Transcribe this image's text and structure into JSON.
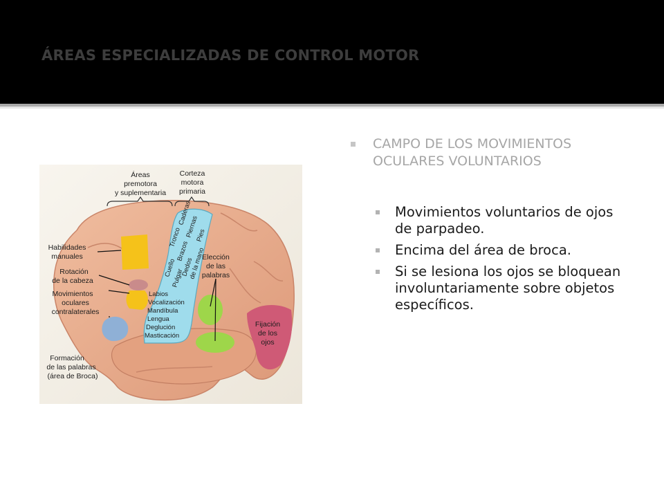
{
  "slide": {
    "title": "ÁREAS ESPECIALIZADAS DE CONTROL MOTOR",
    "heading": "CAMPO DE LOS MOVIMIENTOS OCULARES VOLUNTARIOS",
    "points": [
      "Movimientos voluntarios de ojos de parpadeo.",
      "Encima del área de broca.",
      "Si se lesiona los ojos se bloquean involuntariamente sobre objetos específicos."
    ]
  },
  "figure": {
    "header_left": [
      "Áreas",
      "premotora",
      "y suplementaria"
    ],
    "header_right": [
      "Corteza",
      "motora",
      "primaria"
    ],
    "left_labels": {
      "habilidades": [
        "Habilidades",
        "manuales"
      ],
      "rotacion": [
        "Rotación",
        "de la cabeza"
      ],
      "movimientos": [
        "Movimientos",
        "oculares",
        "contralaterales"
      ],
      "formacion": [
        "Formación",
        "de las palabras",
        "(área de Broca)"
      ]
    },
    "motor_upper": [
      "Cuello",
      "Tronco",
      "Caderas",
      "Pulgar",
      "Brazos",
      "Piernas",
      "Dedos",
      "de la mano",
      "Pies"
    ],
    "motor_lower": [
      "Labios",
      "Vocalización",
      "Mandíbula",
      "Lengua",
      "Deglución",
      "Masticación"
    ],
    "eleccion": [
      "Elección",
      "de las",
      "palabras"
    ],
    "fijacion": [
      "Fijación",
      "de los",
      "ojos"
    ]
  },
  "colors": {
    "title_bar": "#000000",
    "title_text": "#3d3d3d",
    "motor_cortex": "#9fdcec",
    "hand_area": "#f5c21a",
    "head_rotation": "#c98b8b",
    "eye_movement": "#8fb0d6",
    "word_choice": "#9ed64a",
    "eye_fixation": "#cf5a76",
    "brain": "#e8aa8c"
  }
}
